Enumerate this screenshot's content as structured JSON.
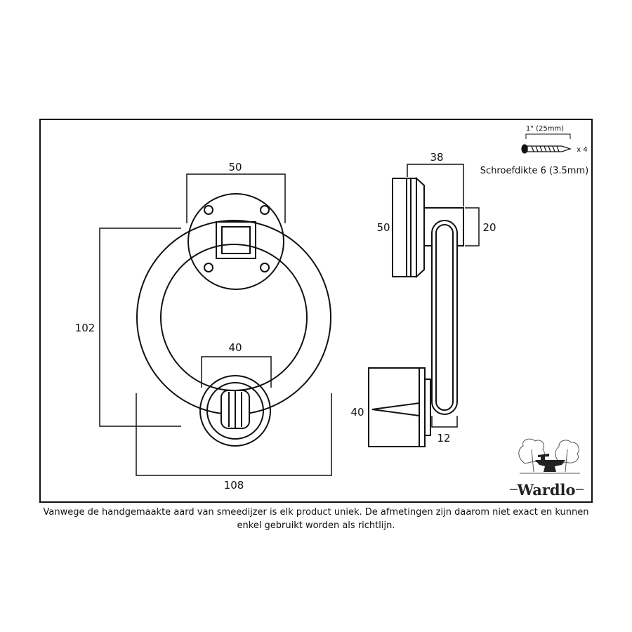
{
  "front_view": {
    "top_width": "50",
    "hammer_width": "40",
    "height": "102",
    "overall_width": "108"
  },
  "side_view": {
    "depth": "38",
    "plate_height": "50",
    "arm_height": "20",
    "striker_height": "40",
    "ring_thickness": "12"
  },
  "screw": {
    "length_label": "1\" (25mm)",
    "quantity": "x 4",
    "gauge_label": "Schroefdikte 6 (3.5mm)"
  },
  "logo": {
    "brand": "Wardlo"
  },
  "disclaimer": "Vanwege de handgemaakte aard van smeedijzer is elk product uniek. De afmetingen zijn daarom niet exact en kunnen enkel gebruikt worden als richtlijn."
}
